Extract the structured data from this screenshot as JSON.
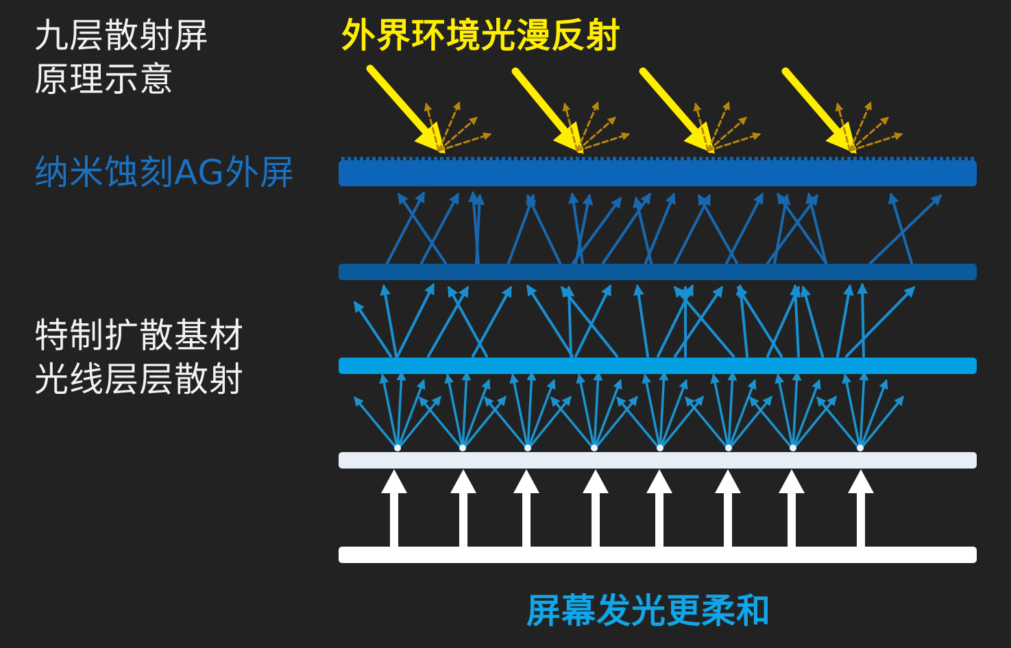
{
  "title": {
    "line1": "九层散射屏",
    "line2": "原理示意"
  },
  "ambient_label": "外界环境光漫反射",
  "ag_label": "纳米蚀刻AG外屏",
  "diffuse_label": {
    "line1": "特制扩散基材",
    "line2": "光线层层散射"
  },
  "bottom_label": "屏幕发光更柔和",
  "colors": {
    "background": "#222222",
    "ambient_yellow": "#ffee00",
    "reflection_gold": "#b8860b",
    "ag_layer": "#0d65b8",
    "layer2": "#0b5a9c",
    "layer3": "#04a0e4",
    "source_layer": "#e7eef6",
    "backlight": "#ffffff"
  }
}
